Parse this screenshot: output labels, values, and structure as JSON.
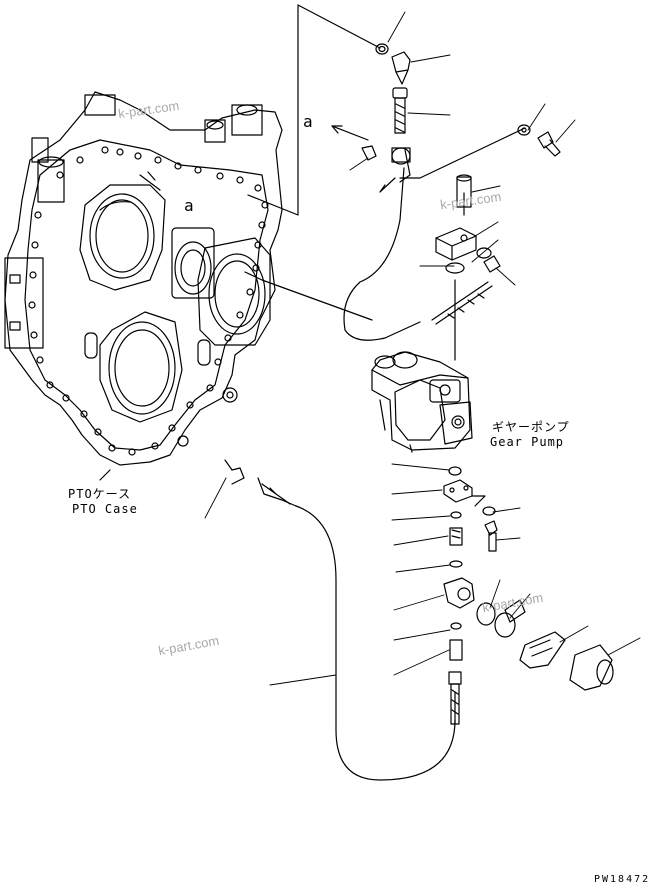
{
  "labels": {
    "gear_pump_jp": "ギヤーポンプ",
    "gear_pump_en": "Gear Pump",
    "pto_case_jp": "PTOケース",
    "pto_case_en": "PTO Case",
    "view_a_arrow": "a",
    "view_a_port": "a",
    "drawing_no": "PW18472"
  },
  "watermark": "k-part.com",
  "colors": {
    "line": "#000000",
    "watermark": "#a9a9a9",
    "background": "#ffffff"
  }
}
